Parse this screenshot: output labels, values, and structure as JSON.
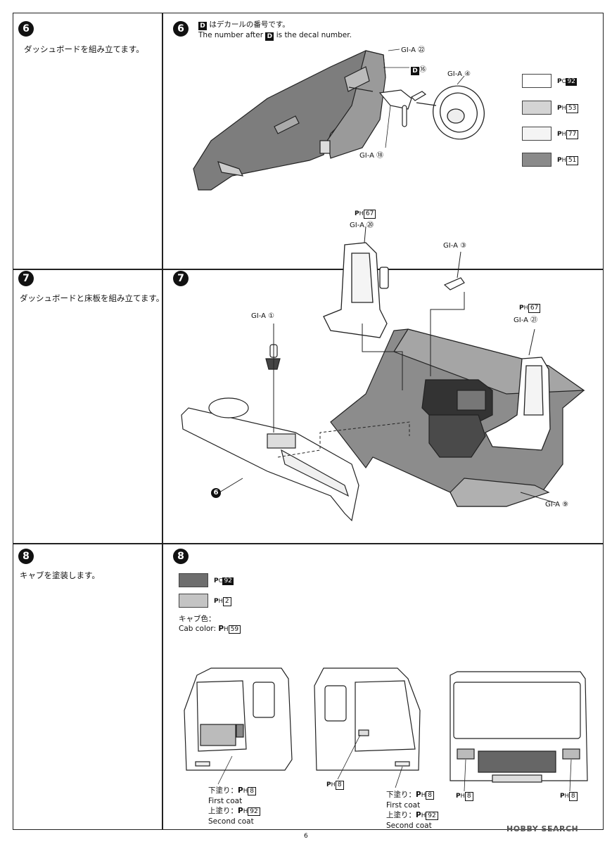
{
  "steps": [
    {
      "number": "6",
      "left_text": "ダッシュボードを組み立てます。"
    },
    {
      "number": "7",
      "left_text": "ダッシュボードと床板を組み立てます。"
    },
    {
      "number": "8",
      "left_text": "キャブを塗装します。"
    }
  ],
  "step6": {
    "note_jp": "はデカールの番号です。",
    "note_en": "The number after",
    "note_en_tail": "is the decal number.",
    "d_badge": "D",
    "labels": {
      "gi_a_22": "GI-A ㉒",
      "d_16": "⑯",
      "gi_a_4": "GI-A ④",
      "gi_a_18": "GI-A ⑱"
    },
    "swatches": [
      {
        "color": "#ffffff",
        "code_prefix": "C",
        "code_num": "92",
        "filled": true
      },
      {
        "color": "#d4d4d4",
        "code_prefix": "H",
        "code_num": "53",
        "filled": false
      },
      {
        "color": "#f4f4f4",
        "code_prefix": "H",
        "code_num": "77",
        "filled": false
      },
      {
        "color": "#8a8a8a",
        "code_prefix": "H",
        "code_num": "51",
        "filled": false
      }
    ]
  },
  "step7": {
    "labels": {
      "ph67_top": "H",
      "ph67_top_num": "67",
      "gi_a_20": "GI-A ⑳",
      "gi_a_3": "GI-A ③",
      "ph67_right": "H",
      "ph67_right_num": "67",
      "gi_a_21": "GI-A ㉑",
      "gi_a_1": "GI-A ①",
      "gi_a_9": "GI-A ⑨",
      "ref6": "6"
    }
  },
  "step8": {
    "swatches": [
      {
        "color": "#6e6e6e",
        "code_prefix": "C",
        "code_num": "92",
        "filled": true
      },
      {
        "color": "#c4c4c4",
        "code_prefix": "H",
        "code_num": "2",
        "filled": false
      }
    ],
    "cab_color_jp": "キャブ色：",
    "cab_color_en": "Cab color:",
    "cab_color_code": "H",
    "cab_color_num": "59",
    "left_view": {
      "first_jp": "下塗り：",
      "first_num": "8",
      "first_en": "First coat",
      "second_jp": "上塗り：",
      "second_num": "92",
      "second_en": "Second coat"
    },
    "mid_view_ph": "8",
    "right_view": {
      "first_jp": "下塗り：",
      "first_num": "8",
      "first_en": "First coat",
      "second_jp": "上塗り：",
      "second_num": "92",
      "second_en": "Second coat"
    },
    "front_ph_left": "8",
    "front_ph_right": "8"
  },
  "page_number": "6",
  "watermark": "HOBBY SEARCH"
}
